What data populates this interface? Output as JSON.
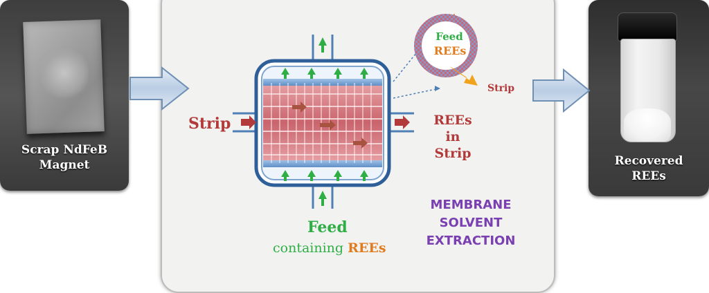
{
  "left_photo": {
    "label_line1": "Scrap NdFeB",
    "label_line2": "Magnet"
  },
  "right_photo": {
    "label_line1": "Recovered",
    "label_line2": "REEs"
  },
  "process": {
    "strip_inlet": "Strip",
    "outlet_line1": "REEs",
    "outlet_line2": "in Strip",
    "feed_word": "Feed",
    "feed_sub_word": "containing",
    "feed_sub_rees": "REEs"
  },
  "fiber_inset": {
    "feed": "Feed",
    "rees": "REEs",
    "strip": "Strip"
  },
  "method": {
    "line1": "MEMBRANE",
    "line2": "SOLVENT",
    "line3": "EXTRACTION"
  },
  "colors": {
    "strip_red": "#b23a3a",
    "rees_orange": "#e07b1e",
    "feed_green": "#2fae46",
    "method_purple": "#7a3fb0",
    "membrane_blue": "#4f7fb5",
    "flow_arrow_blue": "#c9d9ec"
  }
}
